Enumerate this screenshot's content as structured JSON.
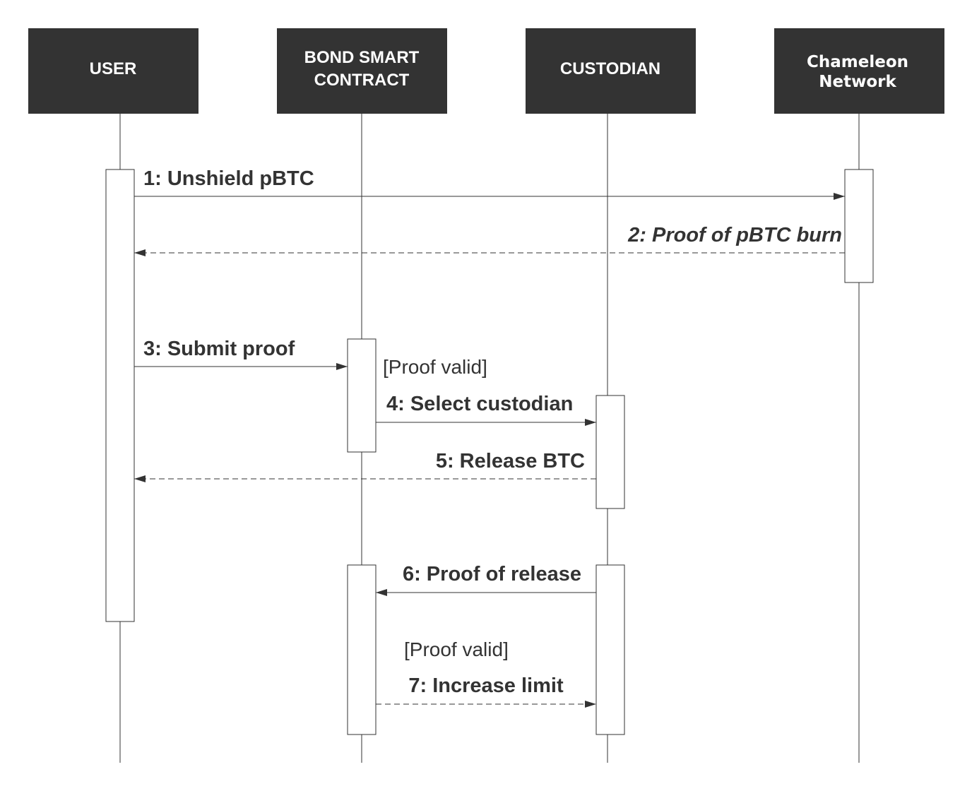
{
  "participants": {
    "user": {
      "lines": [
        "USER"
      ]
    },
    "bond_contract": {
      "lines": [
        "BOND SMART",
        "CONTRACT"
      ]
    },
    "custodian": {
      "lines": [
        "CUSTODIAN"
      ]
    },
    "chameleon": {
      "lines": [
        "Chameleon",
        "Network"
      ]
    }
  },
  "messages": {
    "m1": "1: Unshield pBTC",
    "m2": "2: Proof of pBTC burn",
    "m3": "3: Submit proof",
    "m4": "4: Select custodian",
    "m5": "5: Release BTC",
    "m6": "6: Proof of release",
    "m7": "7: Increase limit"
  },
  "guards": {
    "g1": "[Proof valid]",
    "g2": "[Proof valid]"
  },
  "colors": {
    "actor_fill": "#333333",
    "actor_text": "#ffffff",
    "line": "#333333"
  }
}
